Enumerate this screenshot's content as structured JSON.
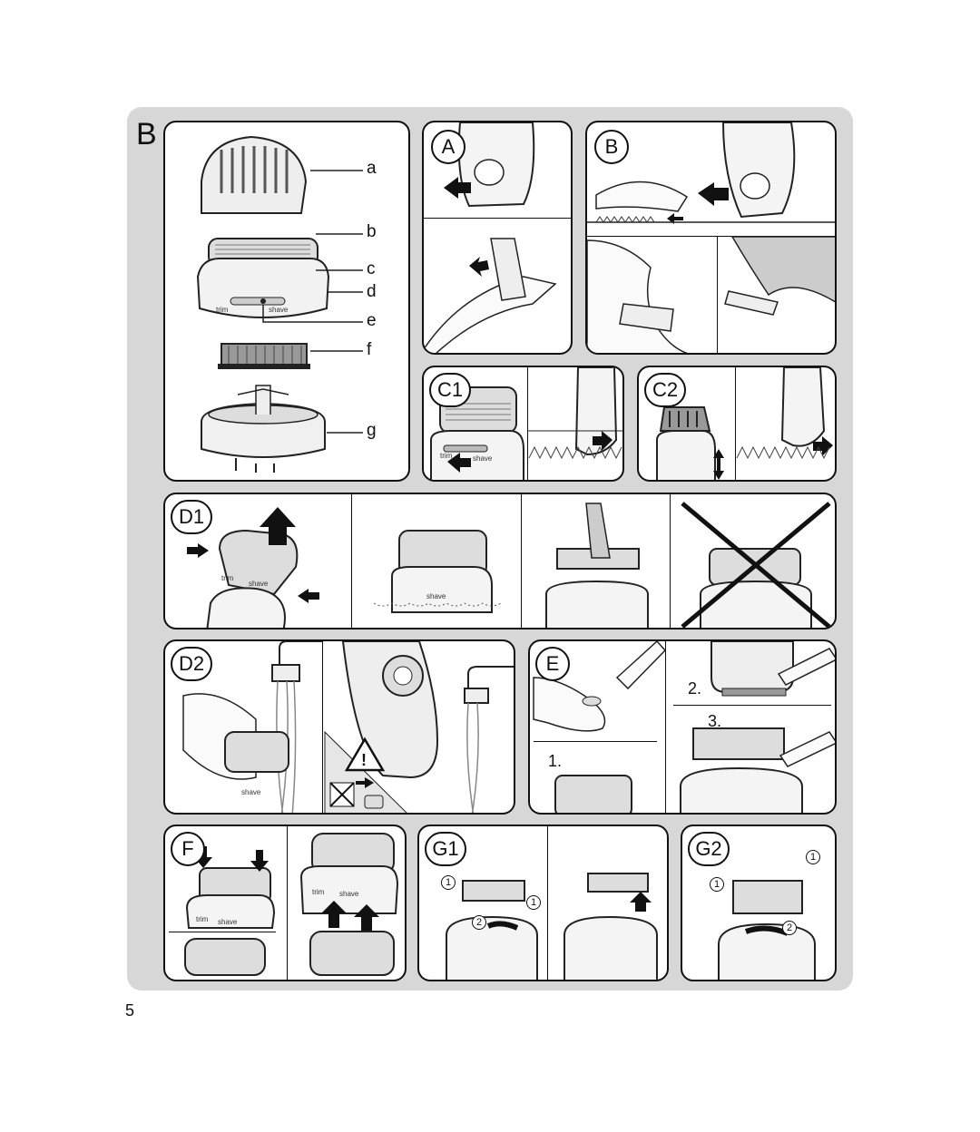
{
  "section_letter": "B",
  "page_number": "5",
  "parts": {
    "labels": [
      "a",
      "b",
      "c",
      "d",
      "e",
      "f",
      "g"
    ],
    "switch_trim": "trim",
    "switch_shave": "shave"
  },
  "panels": {
    "A": "A",
    "B": "B",
    "C1": "C1",
    "C2": "C2",
    "D1": "D1",
    "D2": "D2",
    "E": "E",
    "F": "F",
    "G1": "G1",
    "G2": "G2"
  },
  "switch_labels": {
    "trim": "trim",
    "shave": "shave"
  },
  "warning_symbol": "!",
  "steps_E": {
    "one": "1.",
    "two": "2.",
    "three": "3."
  },
  "circled_steps": {
    "one": "1",
    "two": "2"
  },
  "icons": [
    "arrow-icon",
    "warning-icon",
    "no-plug-icon",
    "cross-icon"
  ]
}
